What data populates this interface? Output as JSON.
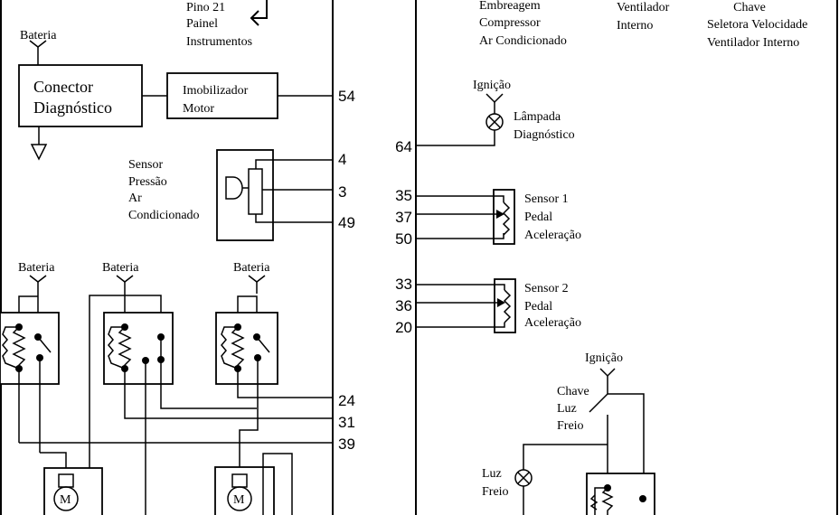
{
  "diagram": {
    "title_labels": {
      "painel": [
        "Pino 21",
        "Painel",
        "Instrumentos"
      ],
      "embreagem": [
        "Embreagem",
        "Compressor",
        "Ar Condicionado"
      ],
      "ventilador": [
        "Ventilador",
        "Interno"
      ],
      "chave_seletora": [
        "Chave",
        "Seletora Velocidade",
        "Ventilador Interno"
      ]
    },
    "left_module": {
      "bateria_label": "Bateria",
      "conector": [
        "Conector",
        "Diagnóstico"
      ],
      "imobilizador": [
        "Imobilizador",
        "Motor"
      ],
      "sensor_pressao": [
        "Sensor",
        "Pressão",
        "Ar",
        "Condicionado"
      ],
      "relay_bateria_labels": [
        "Bateria",
        "Bateria",
        "Bateria"
      ],
      "motor_symbol": "M"
    },
    "left_pins": [
      "54",
      "4",
      "3",
      "49",
      "24",
      "31",
      "39"
    ],
    "right_pins": [
      "64",
      "35",
      "37",
      "50",
      "33",
      "36",
      "20"
    ],
    "right_module": {
      "ignicao_label": "Ignição",
      "lampada": [
        "Lâmpada",
        "Diagnóstico"
      ],
      "sensor1": [
        "Sensor 1",
        "Pedal",
        "Aceleração"
      ],
      "sensor2": [
        "Sensor 2",
        "Pedal",
        "Aceleração"
      ],
      "ignicao_label_2": "Ignição",
      "chave_luz": [
        "Chave",
        "Luz",
        "Freio"
      ],
      "luz_freio": [
        "Luz",
        "Freio"
      ]
    }
  }
}
